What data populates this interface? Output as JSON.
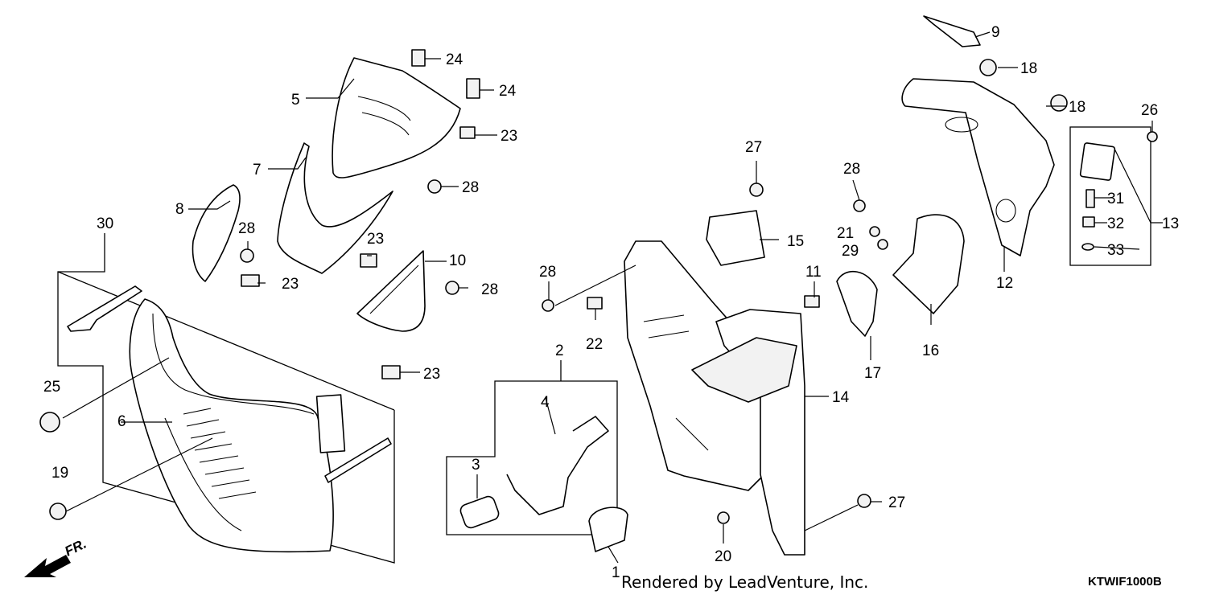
{
  "callouts": {
    "c1": "1",
    "c2": "2",
    "c3": "3",
    "c4": "4",
    "c5": "5",
    "c6": "6",
    "c7": "7",
    "c8": "8",
    "c9": "9",
    "c10": "10",
    "c11": "11",
    "c12": "12",
    "c13": "13",
    "c14": "14",
    "c15": "15",
    "c16": "16",
    "c17": "17",
    "c18a": "18",
    "c18b": "18",
    "c19": "19",
    "c20": "20",
    "c21": "21",
    "c22": "22",
    "c23a": "23",
    "c23b": "23",
    "c23c": "23",
    "c23d": "23",
    "c24a": "24",
    "c24b": "24",
    "c25": "25",
    "c26": "26",
    "c27a": "27",
    "c27b": "27",
    "c28a": "28",
    "c28b": "28",
    "c28c": "28",
    "c28d": "28",
    "c28e": "28",
    "c29": "29",
    "c30": "30",
    "c31": "31",
    "c32": "32",
    "c33": "33"
  },
  "footer": {
    "credit": "Rendered by LeadVenture, Inc.",
    "diagram_code": "KTWIF1000B",
    "direction_label": "FR."
  }
}
